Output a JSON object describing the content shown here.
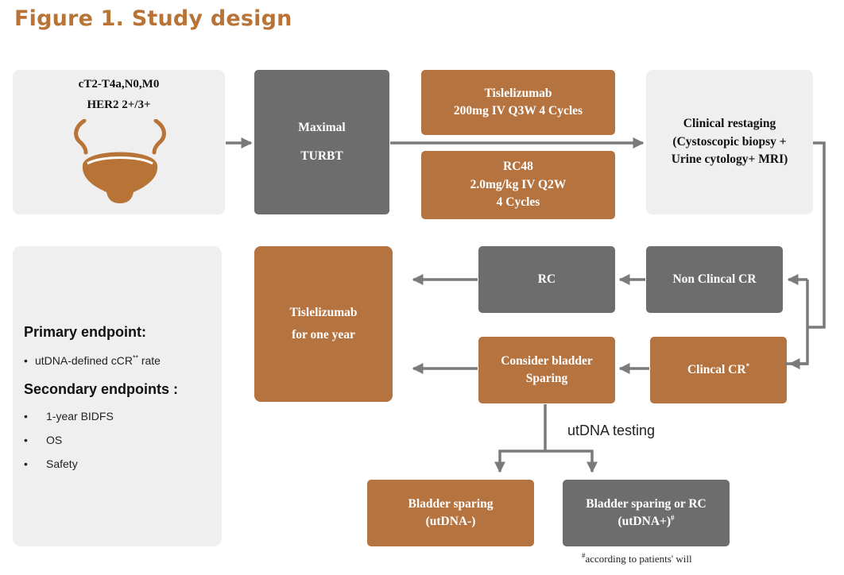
{
  "title": "Figure 1. Study design",
  "patient": {
    "staging": "cT2-T4a,N0,M0",
    "her2": "HER2 2+/3+",
    "icon": "bladder-icon"
  },
  "turbt": {
    "line1": "Maximal",
    "line2": "TURBT"
  },
  "tislelizumab_regimen": {
    "line1": "Tislelizumab",
    "line2": "200mg IV  Q3W 4 Cycles"
  },
  "rc48_regimen": {
    "line1": "RC48",
    "line2": "2.0mg/kg IV Q2W",
    "line3": "4 Cycles"
  },
  "restaging": {
    "line1": "Clinical restaging",
    "line2": "(Cystoscopic biopsy +",
    "line3": "Urine cytology+ MRI)"
  },
  "non_clinical_cr": "Non Clincal CR",
  "rc": "RC",
  "clinical_cr": {
    "label": "Clincal CR",
    "mark": "*"
  },
  "consider_sparing": {
    "line1": "Consider bladder",
    "line2": "Sparing"
  },
  "maintenance": {
    "line1": "Tislelizumab",
    "line2": "for one year"
  },
  "utdna_label": "utDNA testing",
  "sparing_negative": {
    "line1": "Bladder sparing",
    "line2": "(utDNA-)"
  },
  "sparing_positive": {
    "line1": "Bladder sparing or RC",
    "line2": "(utDNA+)",
    "mark": "#"
  },
  "footnote": {
    "mark": "#",
    "text": "according to patients' will"
  },
  "endpoints": {
    "primary_heading": "Primary endpoint:",
    "primary_items": [
      {
        "text": "utDNA-defined cCR",
        "mark": "**",
        "suffix": " rate"
      }
    ],
    "secondary_heading": "Secondary endpoints :",
    "secondary_items": [
      "1-year BIDFS",
      "OS",
      "Safety"
    ],
    "bullet": "•"
  },
  "colors": {
    "title": "#b87437",
    "brown_box": "#b57340",
    "gray_box": "#6d6d6d",
    "light_box": "#efefef",
    "arrow": "#7a7a7a",
    "icon": "#b87437"
  }
}
